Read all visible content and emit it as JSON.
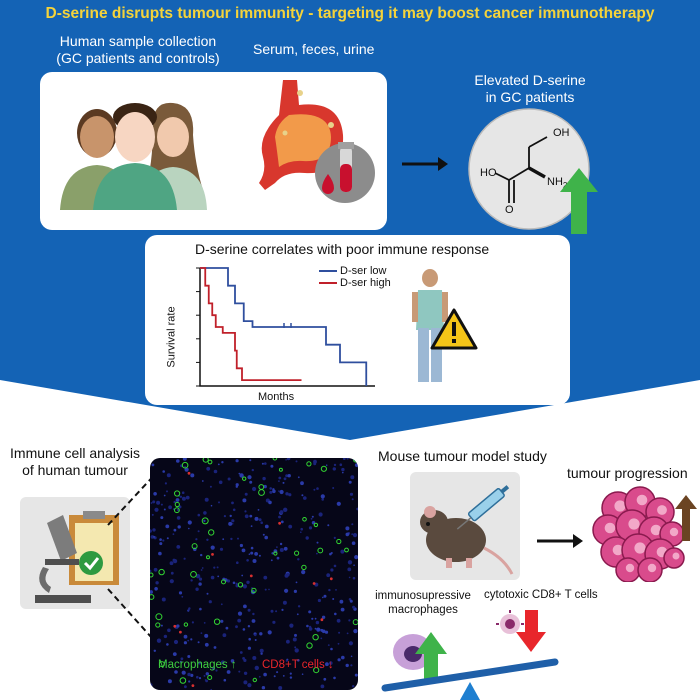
{
  "title": "D-serine disrupts tumour immunity - targeting it may boost cancer immunotherapy",
  "top": {
    "sample_label_line1": "Human sample collection",
    "sample_label_line2": "(GC patients and controls)",
    "sources_label": "Serum, feces, urine",
    "elevated_line1": "Elevated D-serine",
    "elevated_line2": "in GC patients",
    "molecule_oh": "OH",
    "molecule_ho": "HO",
    "molecule_o": "O",
    "molecule_nh2": "NH",
    "molecule_nh2_sub": "2"
  },
  "middle": {
    "heading": "D-serine correlates with  poor immune response",
    "chart_data": {
      "type": "line",
      "title": "",
      "xlabel": "Months",
      "ylabel": "Survival rate",
      "legend_position": "top-right",
      "series": [
        {
          "name": "D-ser low",
          "color": "#2f4f9e",
          "steps": [
            [
              0,
              1.0
            ],
            [
              0.16,
              0.85
            ],
            [
              0.2,
              0.7
            ],
            [
              0.25,
              0.55
            ],
            [
              0.3,
              0.5
            ],
            [
              0.45,
              0.5
            ],
            [
              0.72,
              0.35
            ],
            [
              0.8,
              0.2
            ],
            [
              0.95,
              0.2
            ],
            [
              0.95,
              0.0
            ]
          ],
          "ticks": [
            0.48,
            0.52
          ]
        },
        {
          "name": "D-ser high",
          "color": "#c0202a",
          "steps": [
            [
              0,
              1.0
            ],
            [
              0.03,
              0.85
            ],
            [
              0.05,
              0.7
            ],
            [
              0.07,
              0.6
            ],
            [
              0.09,
              0.5
            ],
            [
              0.13,
              0.45
            ],
            [
              0.2,
              0.3
            ],
            [
              0.21,
              0.15
            ],
            [
              0.24,
              0.05
            ],
            [
              0.58,
              0.05
            ]
          ],
          "ticks": []
        }
      ]
    }
  },
  "bottom_left": {
    "heading_line1": "Immune cell analysis",
    "heading_line2": "of human tumour",
    "macrophages_label": "Macrophages ↑",
    "cd8_label": "CD8+T cells ↓"
  },
  "bottom_right": {
    "heading": "Mouse tumour model study",
    "progression_label": "tumour progression",
    "macrophage_label_line1": "immunosupressive",
    "macrophage_label_line2": "macrophages",
    "tcell_label": "cytotoxic CD8+ T cells"
  },
  "colors": {
    "band": "#1463b5",
    "title": "#f5d33a",
    "ser_low": "#2f4f9e",
    "ser_high": "#c0202a",
    "up_arrow": "#3fb34a",
    "down_arrow": "#e8262b",
    "macrophage_text": "#3fcf3f",
    "cd8_text": "#e8262b"
  }
}
